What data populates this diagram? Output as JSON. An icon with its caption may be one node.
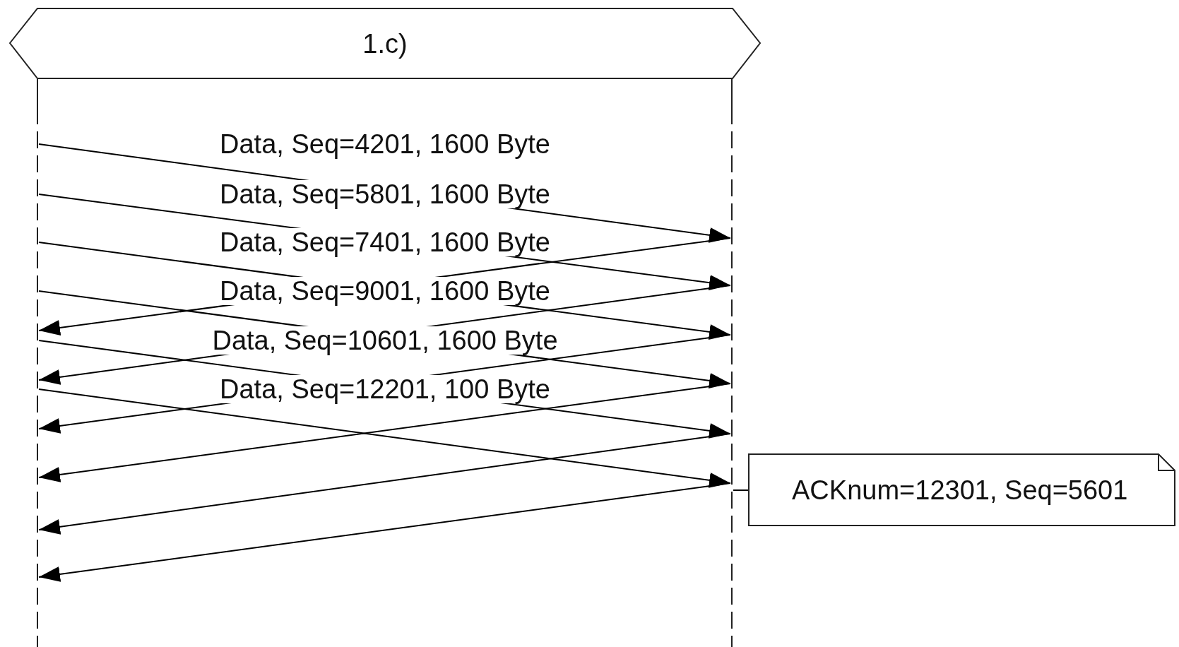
{
  "diagram": {
    "nodes": [
      {
        "text": [
          "1.c)"
        ]
      },
      {
        "text": [],
        "shape": "line"
      },
      {
        "text": [],
        "shape": "line"
      },
      {
        "text": [
          "ACKnum=12301, Seq=5601"
        ]
      }
    ],
    "edges": [
      {
        "from": 1,
        "to": 2,
        "arrow": "to",
        "label": "Data, Seq=4201, 1600 Byte"
      },
      {
        "from": 1,
        "to": 2,
        "arrow": "to",
        "label": "Data, Seq=5801, 1600 Byte"
      },
      {
        "from": 1,
        "to": 2,
        "arrow": "to",
        "label": "Data, Seq=7401, 1600 Byte"
      },
      {
        "from": 1,
        "to": 2,
        "arrow": "to",
        "label": "Data, Seq=9001, 1600 Byte"
      },
      {
        "from": 1,
        "to": 2,
        "arrow": "to",
        "label": "Data, Seq=10601, 1600 Byte"
      },
      {
        "from": 1,
        "to": 2,
        "arrow": "to",
        "label": "Data, Seq=12201, 100 Byte"
      },
      {
        "from": 2,
        "to": 1,
        "arrow": "to"
      },
      {
        "from": 2,
        "to": 1,
        "arrow": "to"
      },
      {
        "from": 2,
        "to": 1,
        "arrow": "to"
      },
      {
        "from": 2,
        "to": 1,
        "arrow": "to"
      },
      {
        "from": 2,
        "to": 1,
        "arrow": "to"
      },
      {
        "from": 2,
        "to": 1,
        "arrow": "to"
      },
      {
        "from": 3,
        "to": 2,
        "arrow": "none"
      }
    ]
  }
}
